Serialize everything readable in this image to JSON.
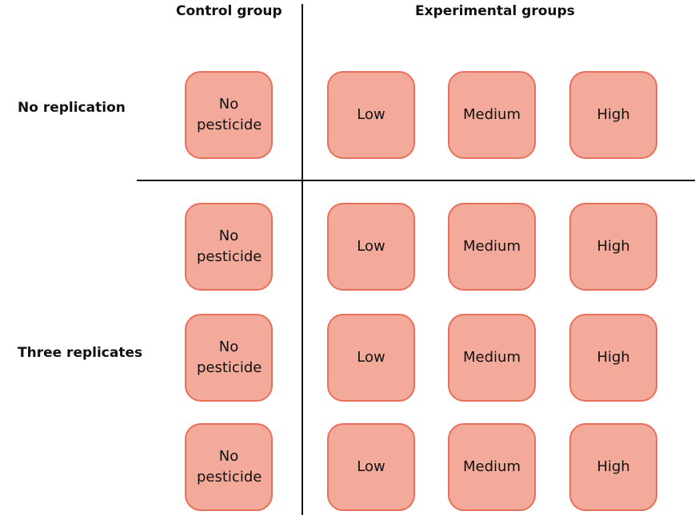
{
  "headers": {
    "control": "Control group",
    "experimental": "Experimental groups"
  },
  "row_labels": {
    "no_replication": "No replication",
    "three_replicates": "Three replicates"
  },
  "grid": [
    [
      "No pesticide",
      "Low",
      "Medium",
      "High"
    ],
    [
      "No pesticide",
      "Low",
      "Medium",
      "High"
    ],
    [
      "No pesticide",
      "Low",
      "Medium",
      "High"
    ],
    [
      "No pesticide",
      "Low",
      "Medium",
      "High"
    ]
  ],
  "colors": {
    "box_fill": "#f4aa9a",
    "box_border": "#e8705a",
    "lines": "#111111"
  }
}
